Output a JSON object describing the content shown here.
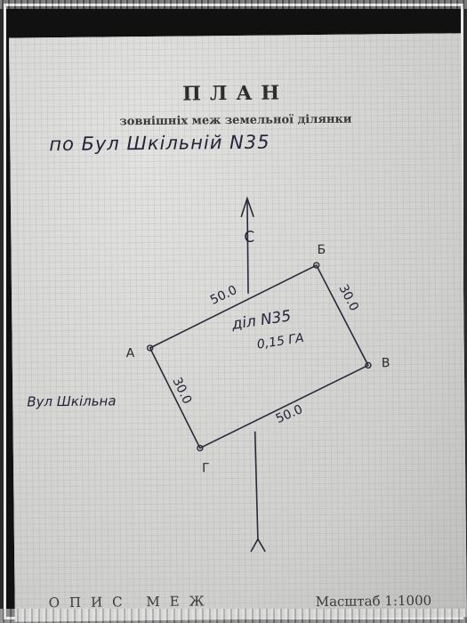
{
  "document": {
    "title": "ПЛАН",
    "subtitle": "зовнішніх меж земельної ділянки",
    "address_handwritten": "по Бул Шкільній N35",
    "street_label": "Вул Шкільна",
    "north_label": "С",
    "parcel_label_line1": "діл N35",
    "parcel_label_line2": "0,15 ГА",
    "corners": {
      "a": "А",
      "b": "Б",
      "v": "В",
      "g": "Г"
    },
    "sides": {
      "ab": "50.0",
      "bv": "30.0",
      "vg": "50.0",
      "ga": "30.0"
    },
    "bottom_left": "ОПИС МЕЖ",
    "bottom_right": "Масштаб 1:1000"
  }
}
